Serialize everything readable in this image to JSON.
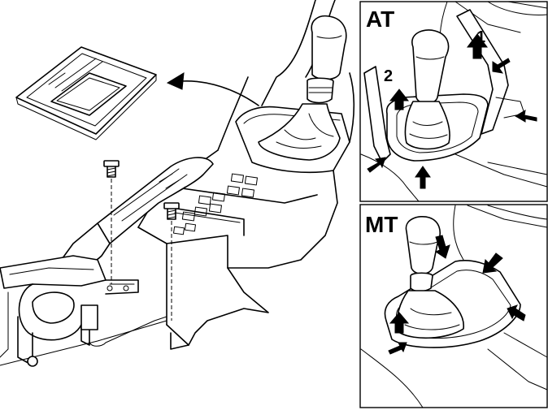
{
  "panels": {
    "at": {
      "label": "AT",
      "steps": [
        "1",
        "2"
      ]
    },
    "mt": {
      "label": "MT"
    }
  }
}
